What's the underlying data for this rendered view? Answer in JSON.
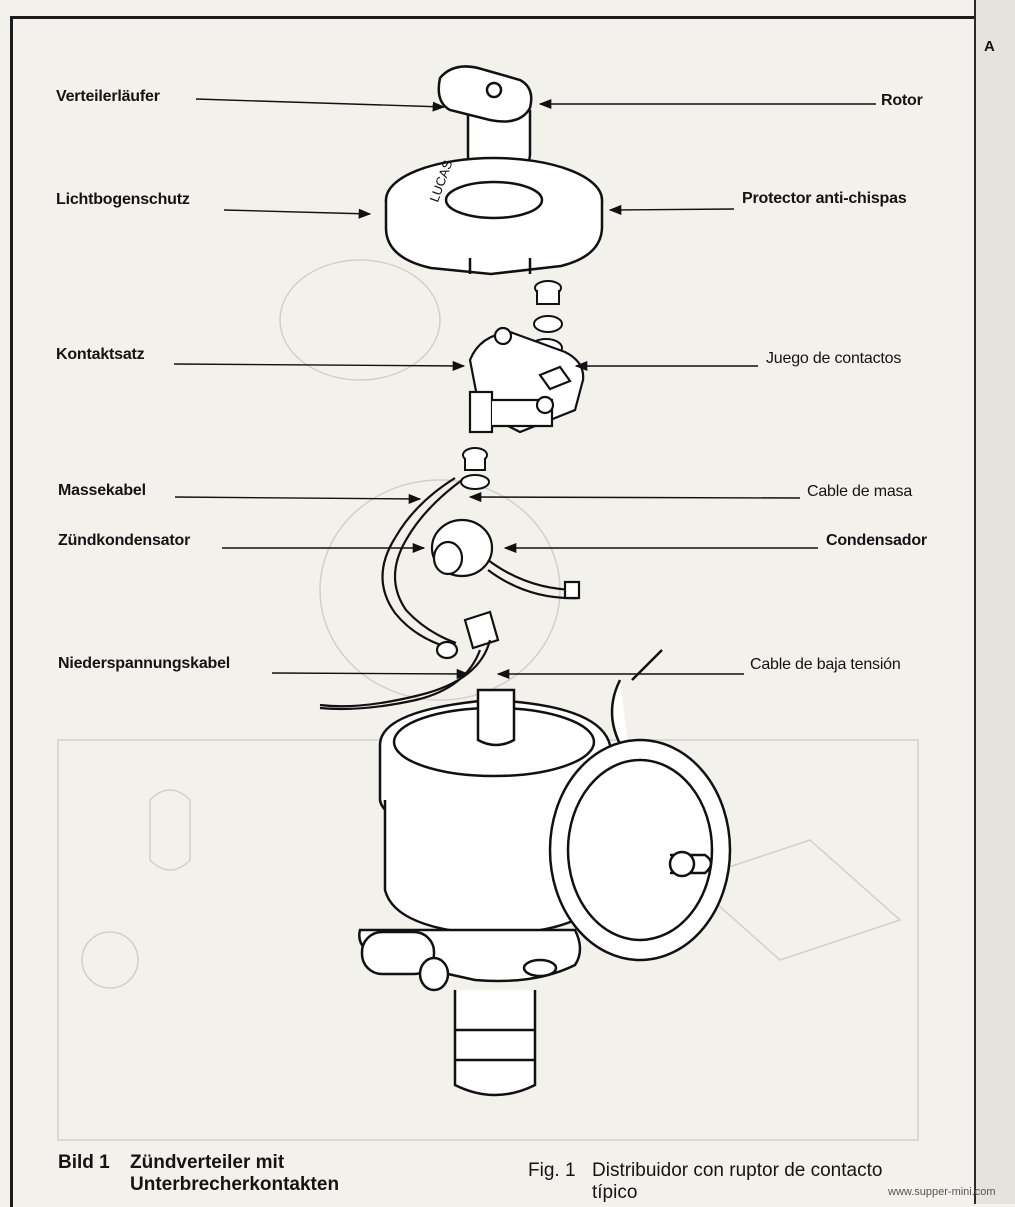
{
  "labels_de": {
    "rotor": "Verteilerläufer",
    "cap_shield": "Lichtbogenschutz",
    "contact_set": "Kontaktsatz",
    "earth_lead": "Massekabel",
    "condenser": "Zündkondensator",
    "lt_lead": "Niederspannungskabel"
  },
  "labels_es": {
    "rotor": "Rotor",
    "cap_shield": "Protector anti-chispas",
    "contact_set": "Juego de contactos",
    "earth_lead": "Cable de masa",
    "condenser": "Condensador",
    "lt_lead": "Cable de baja tensión"
  },
  "part_text": {
    "cap_brand": "LUCAS"
  },
  "caption_de": {
    "number": "Bild 1",
    "line1": "Zündverteiler mit",
    "line2": "Unterbrecherkontakten"
  },
  "caption_es": {
    "number": "Fig. 1",
    "line1": "Distribuidor con ruptor de contacto",
    "line2": "típico"
  },
  "side_tab": "A",
  "watermark": "www.supper-mini.com"
}
